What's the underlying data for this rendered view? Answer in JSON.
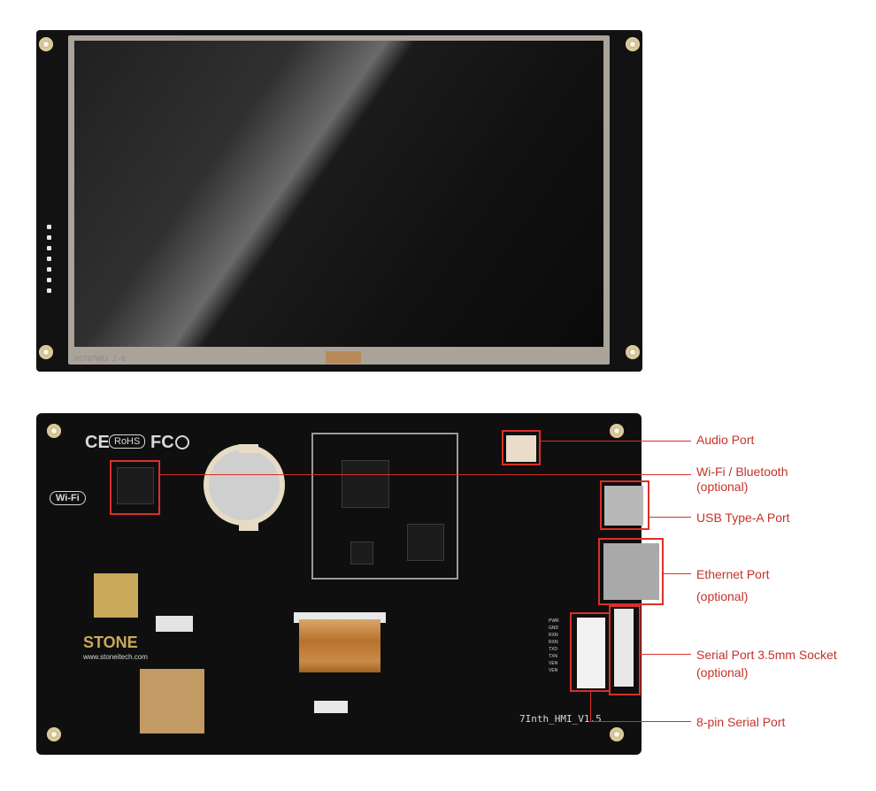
{
  "front": {
    "panel_code": "HST07W03 2-8"
  },
  "back": {
    "cert_ce": "CE",
    "cert_rohs": "RoHS",
    "cert_fc": "FC",
    "wifi_logo": "Wi-Fi",
    "brand": "STONE",
    "website": "www.stoneitech.com",
    "board_name": "7Inth_HMI_V1.5",
    "serial_pins": [
      "PWR",
      "GND",
      "RXN",
      "RXN",
      "TXD",
      "TXN",
      "VEN",
      "VEN"
    ]
  },
  "callouts": {
    "audio": "Audio Port",
    "wifi_line1": "Wi-Fi / Bluetooth",
    "wifi_line2": "(optional)",
    "usb": "USB Type-A Port",
    "ethernet_line1": "Ethernet Port",
    "ethernet_line2": "(optional)",
    "serial35_line1": "Serial Port 3.5mm Socket",
    "serial35_line2": "(optional)",
    "serial8": "8-pin Serial Port"
  },
  "colors": {
    "callout_red": "#d9302a",
    "board_black": "#121212",
    "copper": "#c29a63"
  }
}
